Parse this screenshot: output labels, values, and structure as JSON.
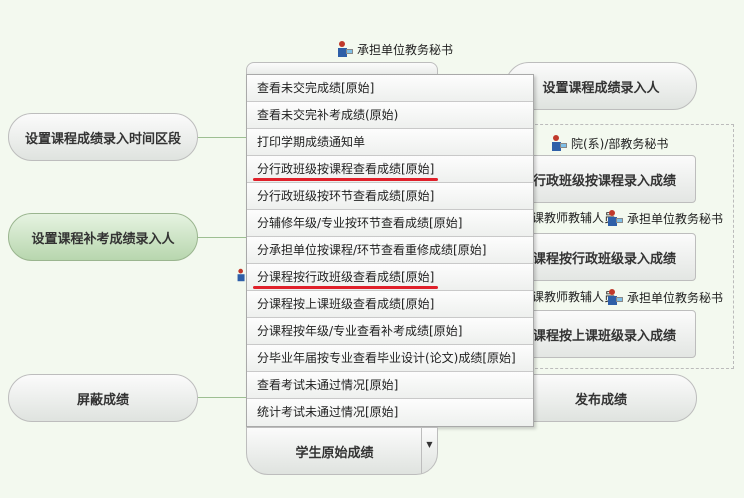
{
  "top_role": {
    "label": "承担单位教务秘书",
    "icon": "person-icon"
  },
  "nodes": {
    "set_time_range": "设置课程成绩录入时间区段",
    "set_makeup_entry": "设置课程补考成绩录入人",
    "block_scores": "屏蔽成绩",
    "set_entry_person": "设置课程成绩录入人",
    "publish_scores": "发布成绩",
    "student_raw_scores": "学生原始成绩"
  },
  "right_panel": {
    "role_dept": "院(系)/部教务秘书",
    "entry_by_class_course": "行政班级按课程录入成绩",
    "role_teacher_1": "课教师教辅人员",
    "role_unit_1": "承担单位教务秘书",
    "entry_by_course_class": "课程按行政班级录入成绩",
    "role_teacher_2": "课教师教辅人员",
    "role_unit_2": "承担单位教务秘书",
    "entry_by_course_lecture": "课程按上课班级录入成绩"
  },
  "menu": {
    "items": [
      {
        "label": "查看未交完成绩[原始]",
        "highlighted": false
      },
      {
        "label": "查看未交完补考成绩(原始)",
        "highlighted": false
      },
      {
        "label": "打印学期成绩通知单",
        "highlighted": false
      },
      {
        "label": "分行政班级按课程查看成绩[原始]",
        "highlighted": true
      },
      {
        "label": "分行政班级按环节查看成绩[原始]",
        "highlighted": false
      },
      {
        "label": "分辅修年级/专业按环节查看成绩[原始]",
        "highlighted": false
      },
      {
        "label": "分承担单位按课程/环节查看重修成绩[原始]",
        "highlighted": false
      },
      {
        "label": "分课程按行政班级查看成绩[原始]",
        "highlighted": true
      },
      {
        "label": "分课程按上课班级查看成绩[原始]",
        "highlighted": false
      },
      {
        "label": "分课程按年级/专业查看补考成绩[原始]",
        "highlighted": false
      },
      {
        "label": "分毕业年届按专业查看毕业设计(论文)成绩[原始]",
        "highlighted": false
      },
      {
        "label": "查看考试未通过情况[原始]",
        "highlighted": false
      },
      {
        "label": "统计考试未通过情况[原始]",
        "highlighted": false
      }
    ]
  },
  "colors": {
    "background": "#f3f9ef",
    "highlight_underline": "#e0202a",
    "connector": "#9dbf92"
  }
}
